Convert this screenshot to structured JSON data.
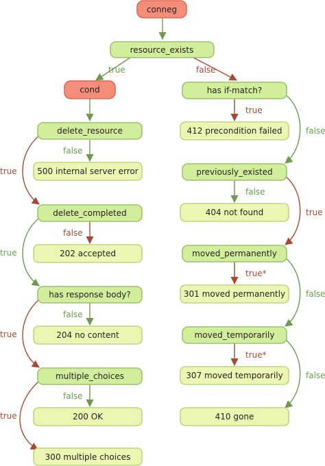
{
  "colors": {
    "start_fill": "#f48e7a",
    "start_stroke": "#e06a55",
    "decision_fill": "#d2ee9c",
    "decision_stroke": "#98c46a",
    "outcome_fill": "#ecf6b2",
    "outcome_stroke": "#bcd67c",
    "edge_true": "#a64a34",
    "edge_false": "#6d9a4c"
  },
  "nodes": {
    "conneg": "conneg",
    "resource_exists": "resource_exists",
    "cond": "cond",
    "has_if_match": "has if-match?",
    "precondition_failed": "412 precondition failed",
    "previously_existed": "previously_existed",
    "not_found": "404 not found",
    "moved_permanently": "moved_permanently",
    "moved_permanently_result": "301 moved permanently",
    "moved_temporarily": "moved_temporarily",
    "moved_temporarily_result": "307 moved temporarily",
    "gone": "410 gone",
    "delete_resource": "delete_resource",
    "internal_server_error": "500 internal server error",
    "delete_completed": "delete_completed",
    "accepted": "202 accepted",
    "has_response_body": "has response body?",
    "no_content": "204 no content",
    "multiple_choices": "multiple_choices",
    "ok": "200 OK",
    "multiple_choices_result": "300 multiple choices"
  },
  "labels": {
    "true": "true",
    "false": "false",
    "true_star": "true*"
  }
}
